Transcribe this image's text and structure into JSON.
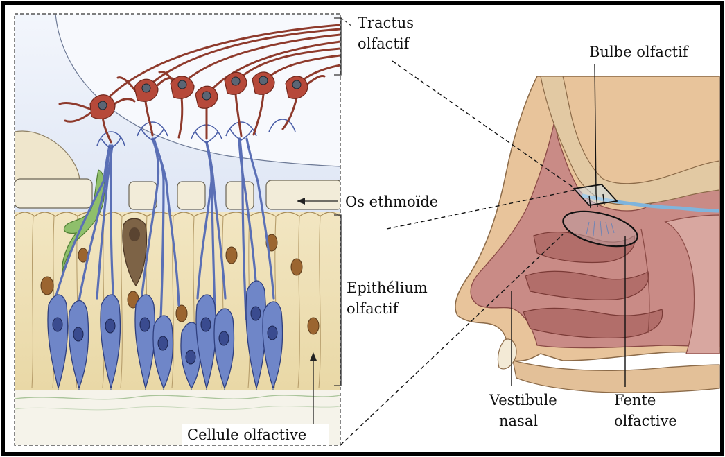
{
  "labels": {
    "tractus_line1": "Tractus",
    "tractus_line2": "olfactif",
    "bulbe": "Bulbe olfactif",
    "os_ethmoide": "Os ethmoïde",
    "epithelium_line1": "Epithélium",
    "epithelium_line2": "olfactif",
    "cellule": "Cellule olfactive",
    "vestibule_line1": "Vestibule",
    "vestibule_line2": "nasal",
    "fente_line1": "Fente",
    "fente_line2": "olfactive"
  },
  "colors": {
    "frame": "#000000",
    "brain_bg": "#e9eef8",
    "bone": "#f1ecd9",
    "epithelium": "#efe2b8",
    "neuron": "#9c3b2e",
    "receptor_cell": "#5e74b8",
    "supporting_nucleus": "#9b6530",
    "nasal_tissue": "#c98b86",
    "nasal_bone": "#e2c9a3"
  }
}
